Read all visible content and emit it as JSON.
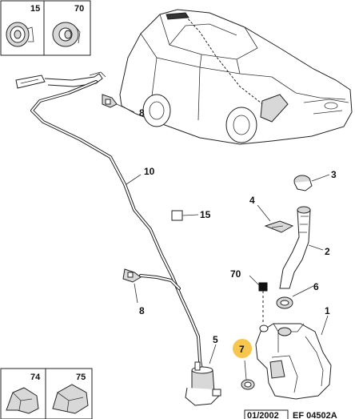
{
  "inset_boxes": {
    "top": [
      {
        "label": "15"
      },
      {
        "label": "70"
      }
    ],
    "bottom": [
      {
        "label": "74"
      },
      {
        "label": "75"
      }
    ]
  },
  "callouts": [
    {
      "id": "c1",
      "label": "1"
    },
    {
      "id": "c2",
      "label": "2"
    },
    {
      "id": "c3",
      "label": "3"
    },
    {
      "id": "c4",
      "label": "4"
    },
    {
      "id": "c5",
      "label": "5"
    },
    {
      "id": "c6",
      "label": "6"
    },
    {
      "id": "c7",
      "label": "7",
      "highlight": "#f6c64f"
    },
    {
      "id": "c8a",
      "label": "8"
    },
    {
      "id": "c8b",
      "label": "8"
    },
    {
      "id": "c10",
      "label": "10"
    },
    {
      "id": "c15",
      "label": "15"
    },
    {
      "id": "c70",
      "label": "70"
    }
  ],
  "footer": {
    "date_code": "01/2002",
    "reference": "EF 04502A"
  },
  "colors": {
    "line": "#222222",
    "highlight": "#f6c64f"
  }
}
